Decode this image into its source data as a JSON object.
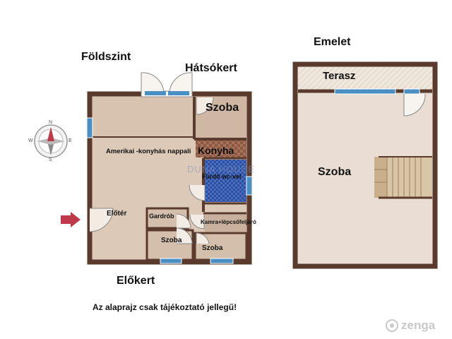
{
  "title_ground": "Földszint",
  "title_upper": "Emelet",
  "back_garden": "Hátsókert",
  "front_garden": "Előkert",
  "disclaimer": "Az alaprajz csak tájékoztató jellegű!",
  "ground_rooms": {
    "szoba_top": "Szoba",
    "living": "Amerikai -konyhás nappali",
    "kitchen": "Konyha",
    "bath": "Fürdő wc-vel",
    "entry": "Előtér",
    "wardrobe": "Gardrób",
    "pantry": "Kamra+lépcsőfeljáró",
    "szoba_bl": "Szoba",
    "szoba_br": "Szoba"
  },
  "upper_rooms": {
    "terrace": "Terasz",
    "room": "Szoba"
  },
  "watermark": "DUNA HOUSE",
  "brand": "zenga",
  "compass": {
    "n": "N",
    "s": "S",
    "e": "E",
    "w": "W"
  },
  "colors": {
    "wall": "#5a3a2c",
    "floor": "#dcc9b8",
    "window": "#4a8fc4",
    "arrow": "#c0394b",
    "tile_blue": "#2d4e9e"
  }
}
